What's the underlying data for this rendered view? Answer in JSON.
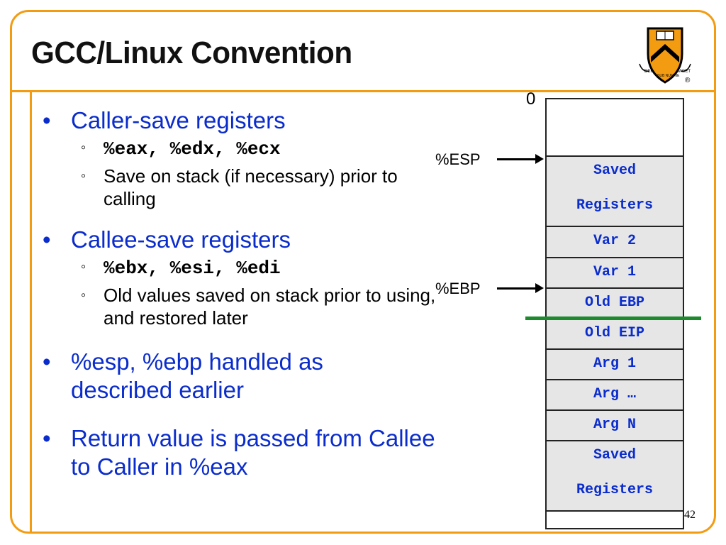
{
  "title": "GCC/Linux Convention",
  "registered_mark": "®",
  "logo": {
    "icon": "princeton-shield-icon",
    "motto_left": "DEI",
    "motto_mid": "SUB NUMINE",
    "motto_right": "VIGET"
  },
  "bullets": [
    {
      "text": "Caller-save registers",
      "subs": [
        {
          "text": "%eax, %edx, %ecx",
          "mono": true
        },
        {
          "text": "Save on stack (if necessary) prior to calling",
          "mono": false
        }
      ]
    },
    {
      "text": "Callee-save registers",
      "subs": [
        {
          "text": "%ebx, %esi, %edi",
          "mono": true
        },
        {
          "text": "Old values saved on stack prior to using, and restored later",
          "mono": false
        }
      ]
    },
    {
      "text": "%esp, %ebp handled as described earlier",
      "subs": []
    },
    {
      "text": "Return value is passed from Callee to Caller in %eax",
      "subs": []
    }
  ],
  "bullet_glyph": "•",
  "sub_bullet_glyph": "◦",
  "stack": {
    "top_label": "0",
    "cells": [
      {
        "label": ""
      },
      {
        "label": "Saved",
        "label2": "Registers"
      },
      {
        "label": "Var 2"
      },
      {
        "label": "Var 1"
      },
      {
        "label": "Old EBP"
      },
      {
        "label": "Old EIP"
      },
      {
        "label": "Arg 1"
      },
      {
        "label": "Arg …"
      },
      {
        "label": "Arg N"
      },
      {
        "label": "Saved",
        "label2": "Registers"
      },
      {
        "label": ""
      }
    ]
  },
  "pointers": {
    "esp": "%ESP",
    "ebp": "%EBP"
  },
  "page_number": "42",
  "colors": {
    "accent": "#f39c12",
    "bullet_text": "#0a2ccc",
    "divider": "#1e8a2e",
    "stack_fill": "#e6e6e6"
  }
}
